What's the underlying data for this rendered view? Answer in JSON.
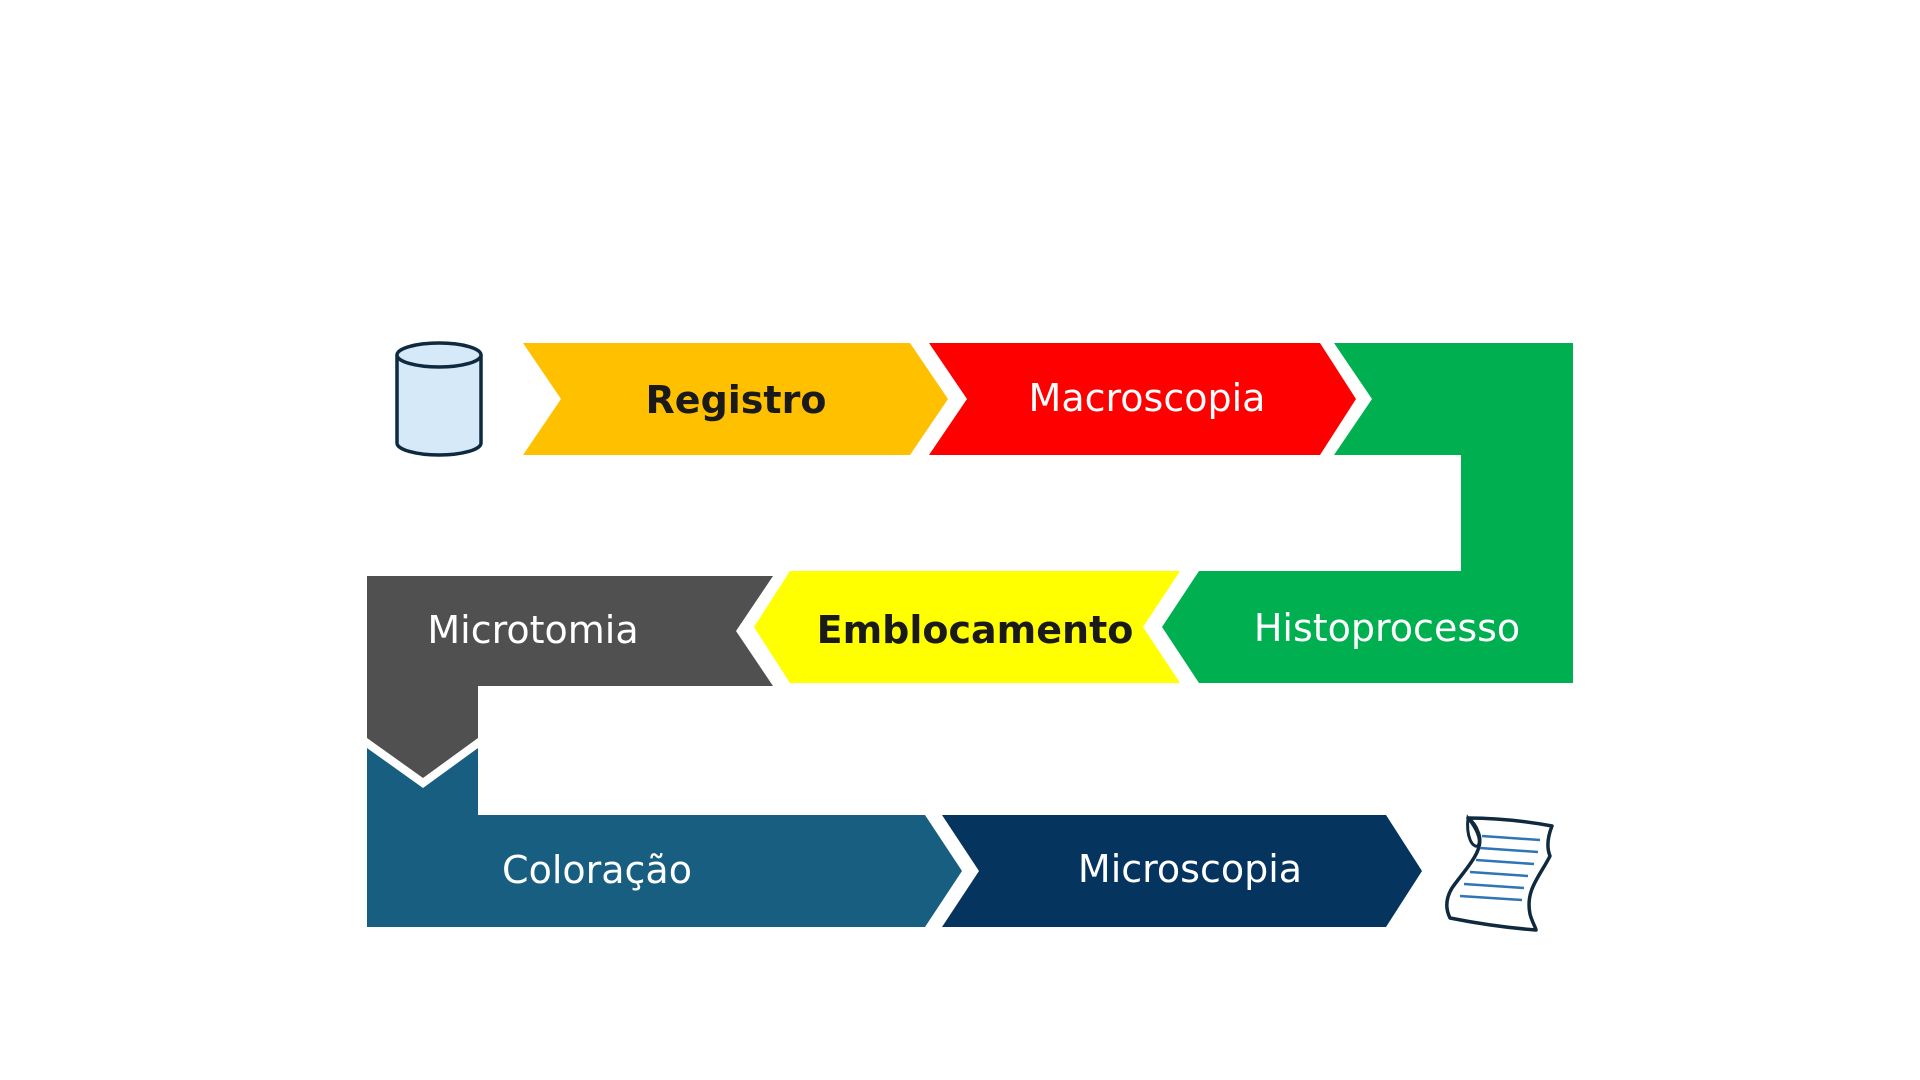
{
  "steps": [
    {
      "id": "registro",
      "label": "Registro",
      "color": "#FFC000",
      "text_color": "#1a1a1a"
    },
    {
      "id": "macroscopia",
      "label": "Macroscopia",
      "color": "#FF0000",
      "text_color": "#ffffff"
    },
    {
      "id": "histoprocesso",
      "label": "Histoprocesso",
      "color": "#00B050",
      "text_color": "#ffffff"
    },
    {
      "id": "emblocamento",
      "label": "Emblocamento",
      "color": "#FFFF00",
      "text_color": "#1a1a1a"
    },
    {
      "id": "microtomia",
      "label": "Microtomia",
      "color": "#505050",
      "text_color": "#ffffff"
    },
    {
      "id": "coloracao",
      "label": "Coloração",
      "color": "#185E81",
      "text_color": "#ffffff"
    },
    {
      "id": "microscopia",
      "label": "Microscopia",
      "color": "#05345F",
      "text_color": "#ffffff"
    }
  ],
  "icons": {
    "start": "cylinder-icon",
    "end": "scroll-report-icon"
  },
  "colors": {
    "background": "#FFFFFF",
    "cylinder_fill": "#D6E9F8",
    "icon_stroke": "#0F2A3F",
    "scroll_lines": "#2E75B6"
  }
}
